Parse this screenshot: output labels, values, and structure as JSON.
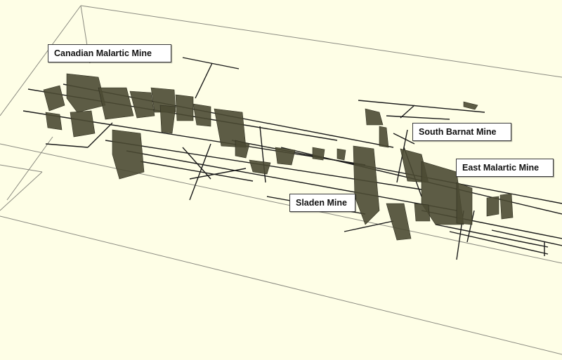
{
  "diagram": {
    "type": "3D underground mine workings model",
    "background_color": "#fefee6",
    "stope_color": "#4b4a33",
    "drift_color": "#1a1a1a",
    "bounding_box_color": "#8a8a80",
    "labels": [
      {
        "id": "canadian",
        "text": "Canadian Malartic Mine"
      },
      {
        "id": "south",
        "text": "South Barnat Mine"
      },
      {
        "id": "east",
        "text": "East Malartic Mine"
      },
      {
        "id": "sladen",
        "text": "Sladen Mine"
      }
    ]
  }
}
